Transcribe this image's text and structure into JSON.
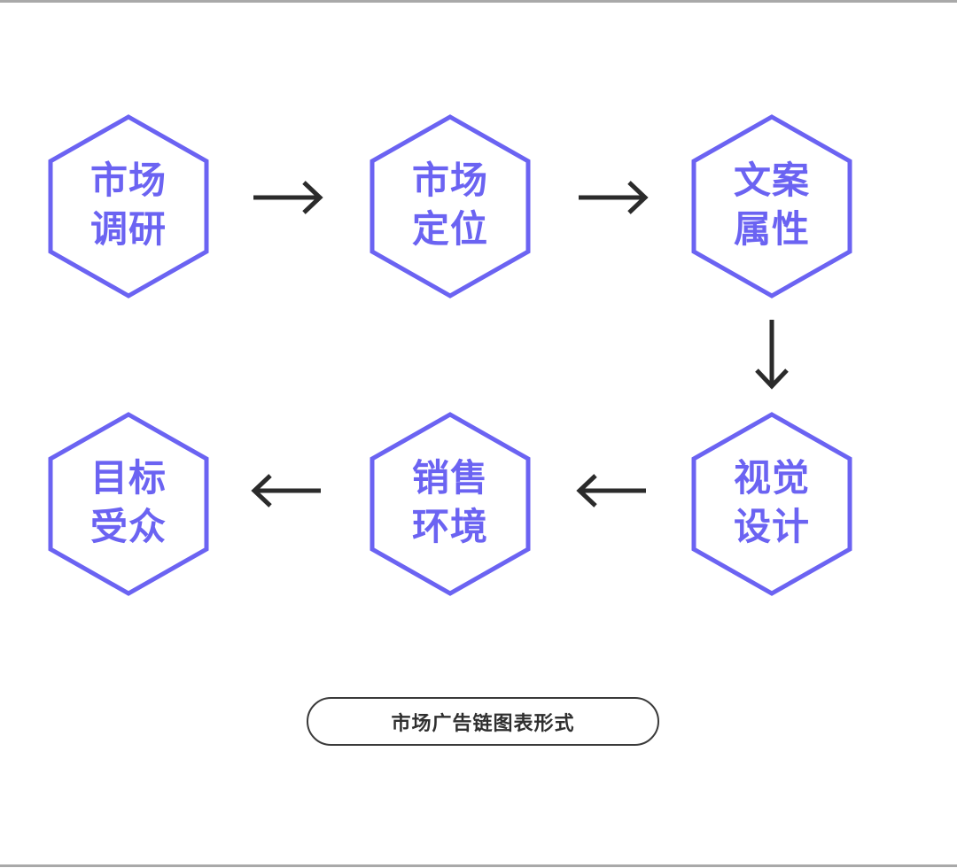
{
  "colors": {
    "accent": "#6b63f2",
    "arrow": "#2b2b2b",
    "caption_border": "#3a3a3a"
  },
  "steps": [
    {
      "line1": "市场",
      "line2": "调研"
    },
    {
      "line1": "市场",
      "line2": "定位"
    },
    {
      "line1": "文案",
      "line2": "属性"
    },
    {
      "line1": "视觉",
      "line2": "设计"
    },
    {
      "line1": "销售",
      "line2": "环境"
    },
    {
      "line1": "目标",
      "line2": "受众"
    }
  ],
  "caption": "市场广告链图表形式"
}
